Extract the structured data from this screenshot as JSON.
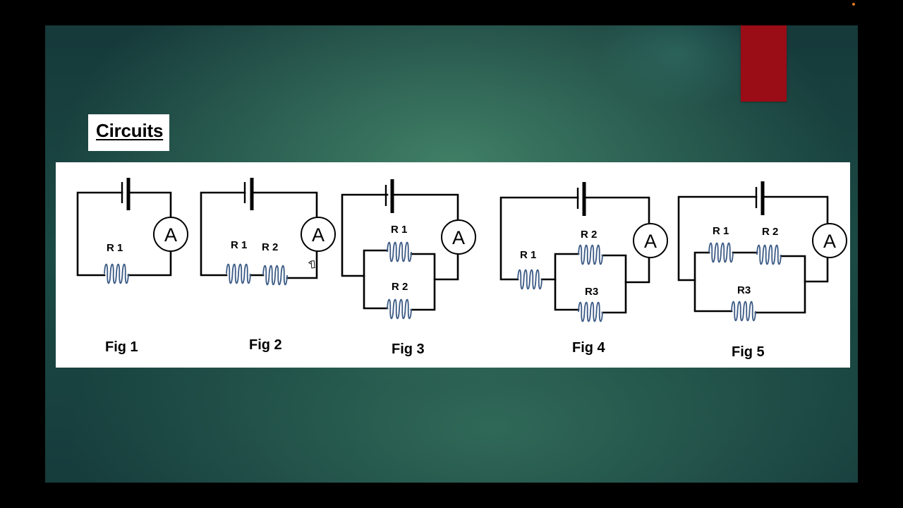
{
  "slide": {
    "title": "Circuits",
    "accent_color": "#9a0c16"
  },
  "diagram": {
    "meter_symbol": "A",
    "figures": [
      {
        "label": "Fig 1",
        "resistors": [
          "R 1"
        ],
        "arrangement": "single"
      },
      {
        "label": "Fig 2",
        "resistors": [
          "R 1",
          "R 2"
        ],
        "arrangement": "series"
      },
      {
        "label": "Fig 3",
        "resistors": [
          "R 1",
          "R 2"
        ],
        "arrangement": "parallel"
      },
      {
        "label": "Fig 4",
        "resistors": [
          "R 1",
          "R 2",
          "R3"
        ],
        "arrangement": "R1 in series with R2 parallel R3"
      },
      {
        "label": "Fig 5",
        "resistors": [
          "R 1",
          "R 2",
          "R3"
        ],
        "arrangement": "R1 series R2, parallel with R3"
      }
    ]
  },
  "icons": {
    "cursor": "pen-cursor-icon"
  }
}
